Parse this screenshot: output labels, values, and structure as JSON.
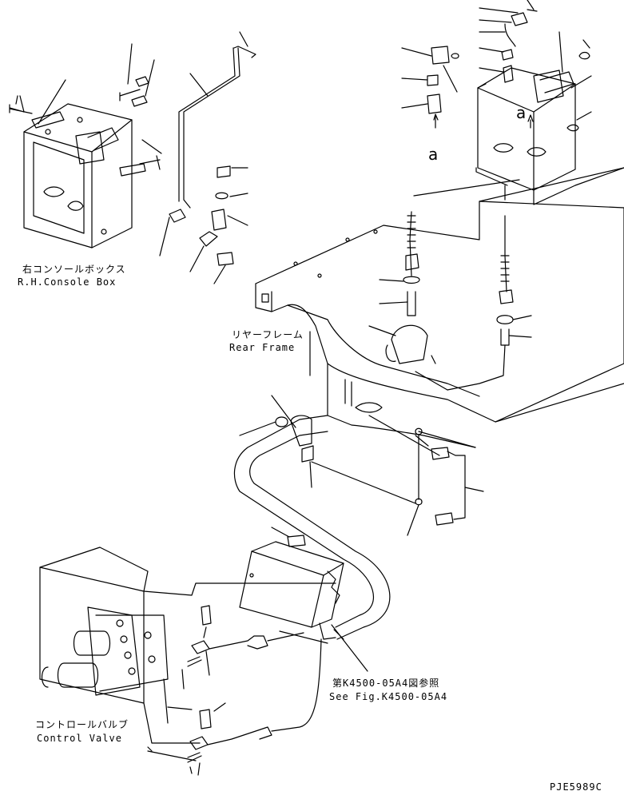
{
  "labels": {
    "console_box_jp": "右コンソールボックス",
    "console_box_en": "R.H.Console Box",
    "rear_frame_jp": "リヤーフレーム",
    "rear_frame_en": "Rear Frame",
    "see_fig_jp": "第K4500-05A4図参照",
    "see_fig_en": "See Fig.K4500-05A4",
    "control_valve_jp": "コントロールバルブ",
    "control_valve_en": "Control Valve",
    "view_marker_a": "a",
    "view_marker_a_top": "a",
    "drawing_code": "PJE5989C"
  }
}
